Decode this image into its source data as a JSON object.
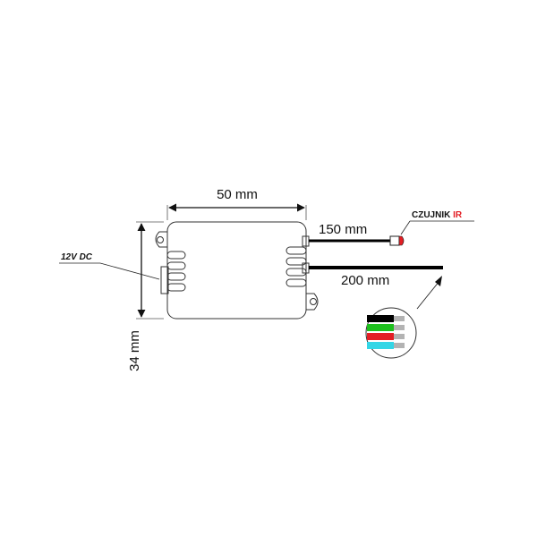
{
  "dimensions": {
    "width": "50 mm",
    "height": "34 mm",
    "cable_short": "150 mm",
    "cable_long": "200 mm"
  },
  "labels": {
    "power_input": "12V DC",
    "sensor_prefix": "CZUJNIK ",
    "sensor_suffix": "IR"
  },
  "colors": {
    "outline": "#222222",
    "sensor_accent": "#e31e24",
    "wire_black": "#000000",
    "wire_green": "#1ec01e",
    "wire_red": "#e31e24",
    "wire_cyan": "#33d6e6",
    "wire_tip": "#b3b3b3"
  }
}
